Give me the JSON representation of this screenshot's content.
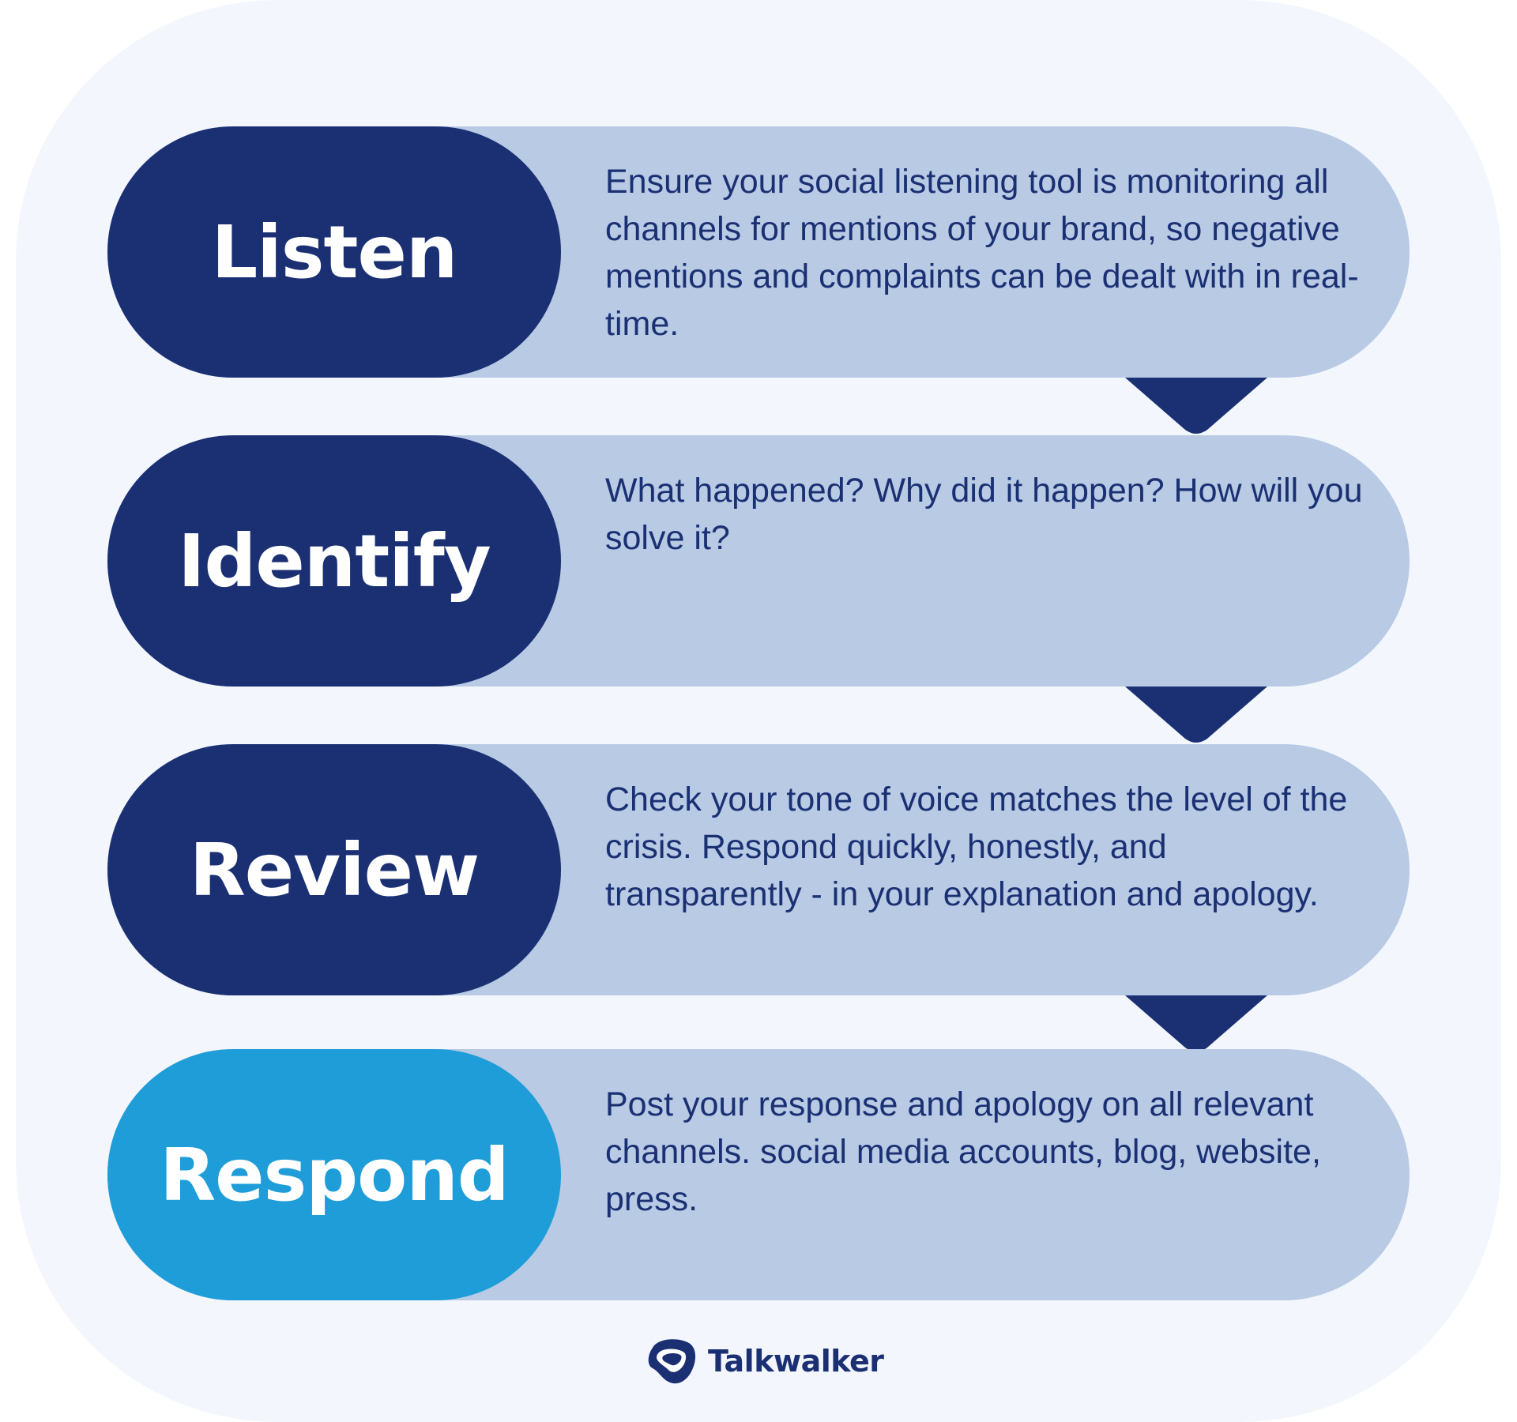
{
  "steps": [
    {
      "label": "Listen",
      "description": "Ensure your social listening tool is monitoring all channels for mentions of your brand, so negative mentions and complaints can be dealt with in real-time."
    },
    {
      "label": "Identify",
      "description": "What happened? Why did it happen? How will you solve it?"
    },
    {
      "label": "Review",
      "description": "Check your tone of voice matches the level of the crisis. Respond quickly, honestly, and transparently - in your explanation and apology."
    },
    {
      "label": "Respond",
      "description": "Post your response and apology on all relevant channels. social media accounts, blog, website, press."
    }
  ],
  "brand": {
    "name": "Talkwalker",
    "icon": "talkwalker-logo-icon"
  },
  "colors": {
    "background": "#f3f7fd",
    "bar": "#b8cae4",
    "navy": "#1a3073",
    "accent": "#1e9dd9"
  }
}
